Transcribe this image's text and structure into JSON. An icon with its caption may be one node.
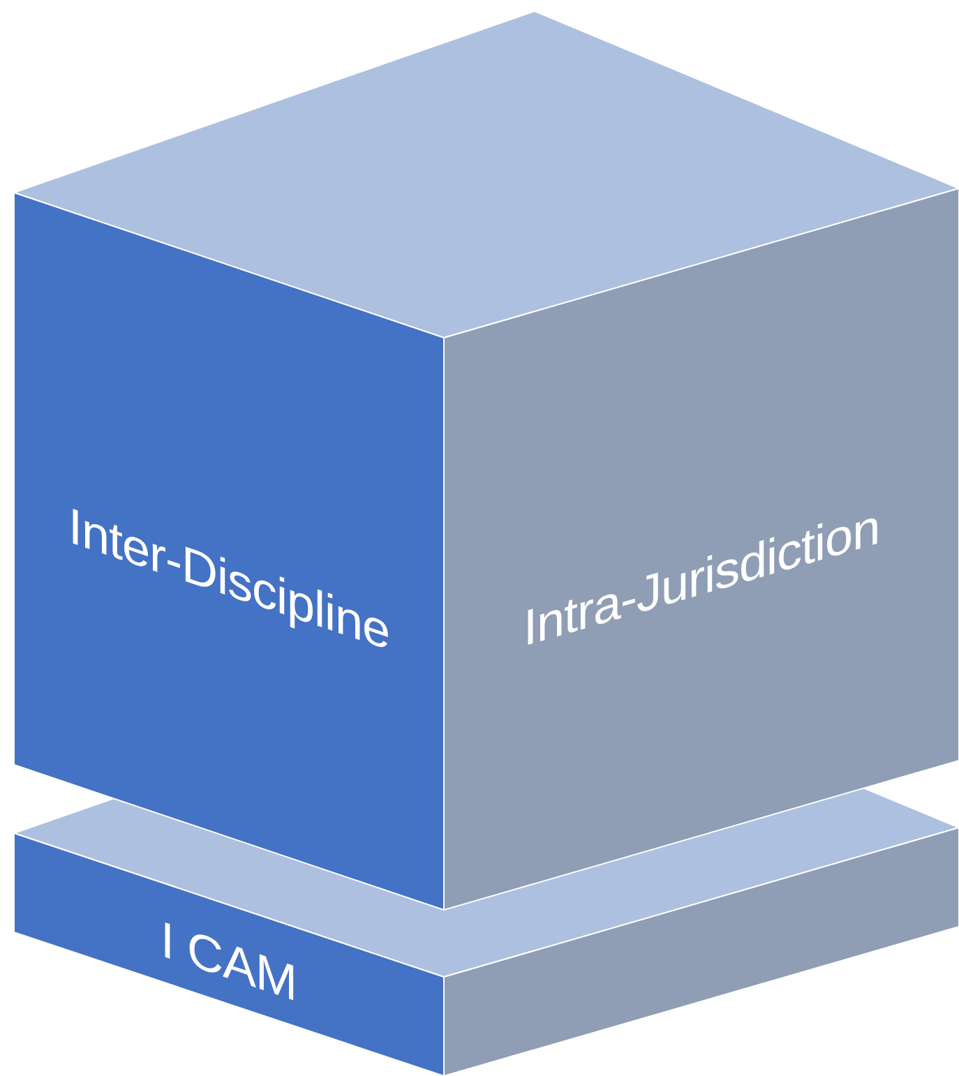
{
  "diagram": {
    "nodes": [
      {
        "text": [],
        "shape": "diamond"
      },
      {
        "text": [
          "Inter-Discipline"
        ]
      },
      {
        "text": [
          "Intra-Jurisdiction"
        ]
      },
      {
        "text": [],
        "shape": "diamond"
      },
      {
        "text": [
          "I CAM"
        ]
      },
      {
        "text": [],
        "shape": "parallelogram"
      }
    ],
    "edges": []
  }
}
